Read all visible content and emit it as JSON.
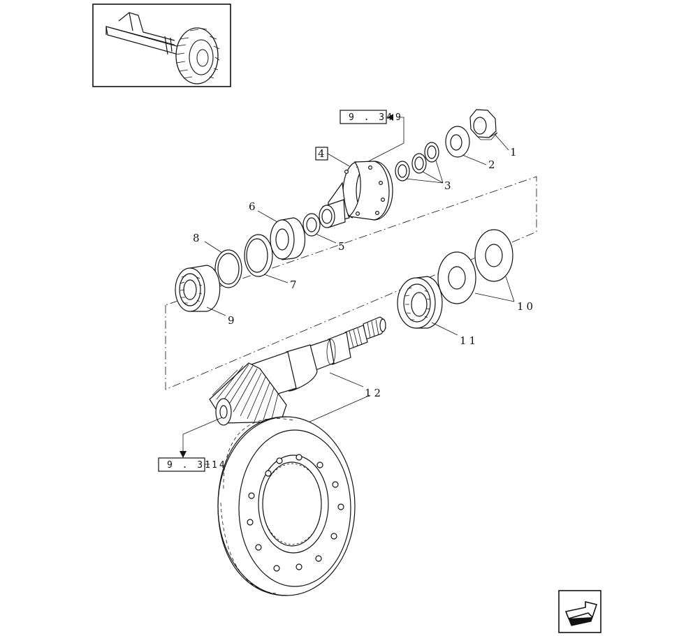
{
  "callouts": [
    {
      "id": "1",
      "text": "1"
    },
    {
      "id": "2",
      "text": "2"
    },
    {
      "id": "3",
      "text": "3"
    },
    {
      "id": "4",
      "text": "4"
    },
    {
      "id": "5",
      "text": "5"
    },
    {
      "id": "6",
      "text": "6"
    },
    {
      "id": "7",
      "text": "7"
    },
    {
      "id": "8",
      "text": "8"
    },
    {
      "id": "9",
      "text": "9"
    },
    {
      "id": "10",
      "text": "10"
    },
    {
      "id": "11",
      "text": "11"
    },
    {
      "id": "12",
      "text": "12"
    }
  ],
  "references": {
    "top": {
      "box": "9 . 34",
      "suffix": "9"
    },
    "bottom": {
      "box": "9 . 31",
      "suffix": "14"
    }
  },
  "icons": {
    "thumbnail": "tractor-axle-thumbnail-icon",
    "nav": "next-page-arrow-icon"
  }
}
